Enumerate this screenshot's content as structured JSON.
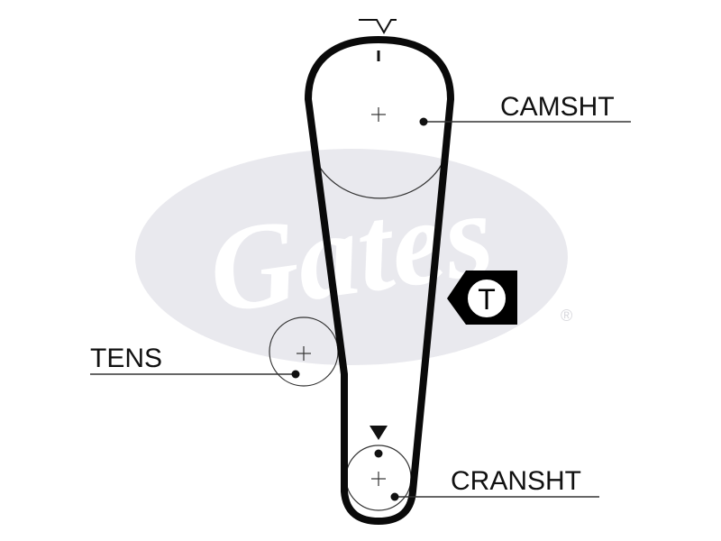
{
  "labels": {
    "camshaft": "CAMSHT",
    "tensioner": "TENS",
    "crankshaft": "CRANSHT",
    "timing_mark": "T"
  },
  "watermark": {
    "brand": "Gates",
    "registered": "®"
  },
  "colors": {
    "belt": "#0a0a0a",
    "lines": "#333333",
    "watermark": "#e9e9ee",
    "text": "#111111"
  },
  "icons": [
    "timing-mark-chevron-icon",
    "crank-mark-triangle-icon",
    "timing-t-icon",
    "center-plus-icon"
  ]
}
